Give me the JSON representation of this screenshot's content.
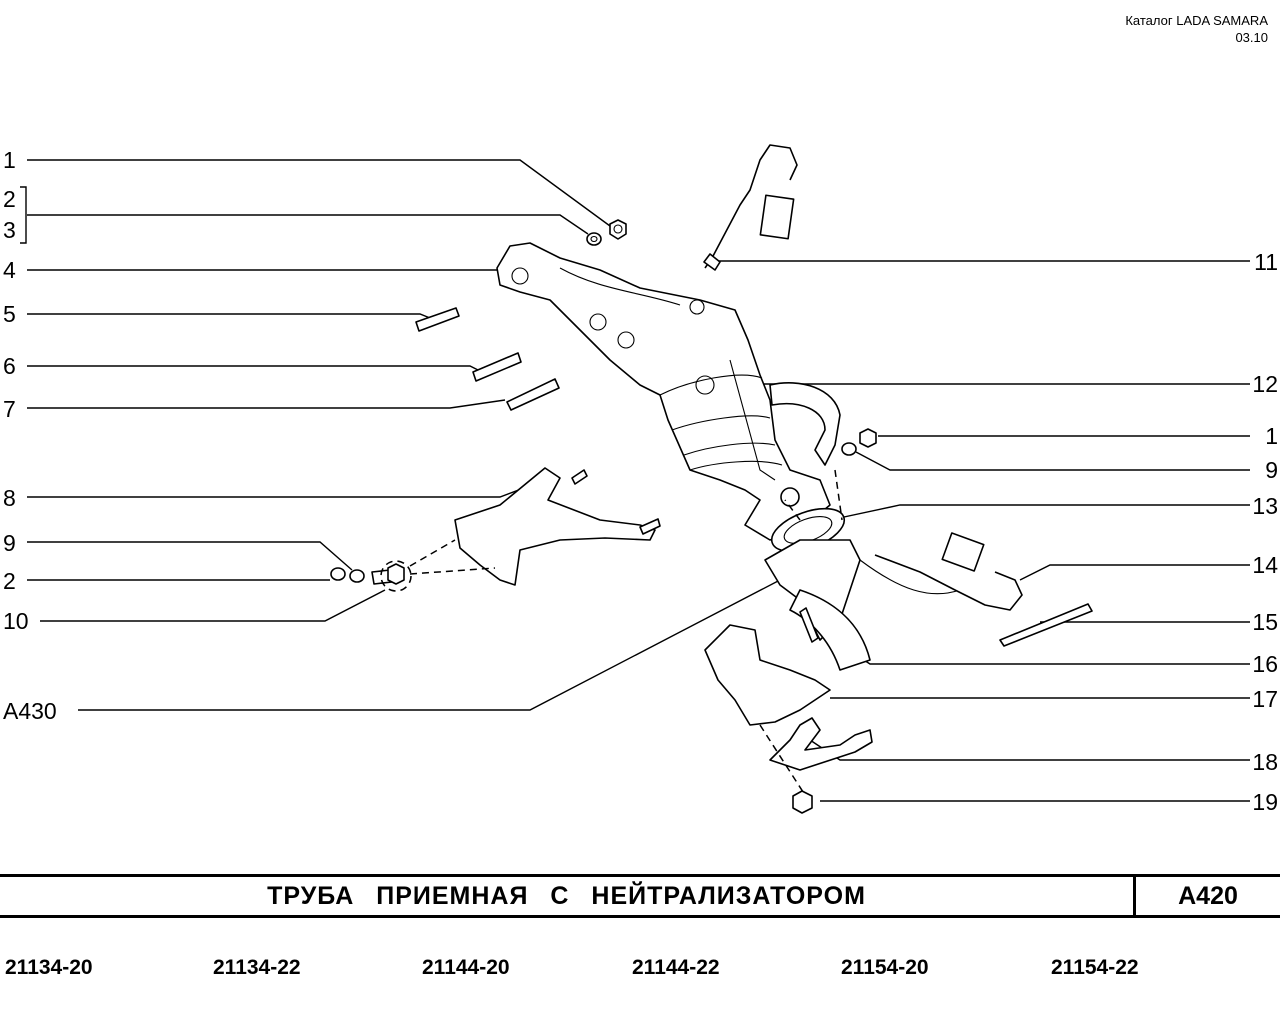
{
  "header": {
    "catalog": "Каталог  LADA SAMARA",
    "date": "03.10"
  },
  "callouts": {
    "left": [
      "1",
      "2",
      "3",
      "4",
      "5",
      "6",
      "7",
      "8",
      "9",
      "2",
      "10",
      "A430"
    ],
    "right": [
      "11",
      "12",
      "1",
      "9",
      "13",
      "14",
      "15",
      "16",
      "17",
      "18",
      "19"
    ]
  },
  "title": {
    "name": "ТРУБА   ПРИЕМНАЯ   С   НЕЙТРАЛИЗАТОРОМ",
    "code": "A420"
  },
  "models": [
    "21134-20",
    "21134-22",
    "21144-20",
    "21144-22",
    "21154-20",
    "21154-22"
  ]
}
